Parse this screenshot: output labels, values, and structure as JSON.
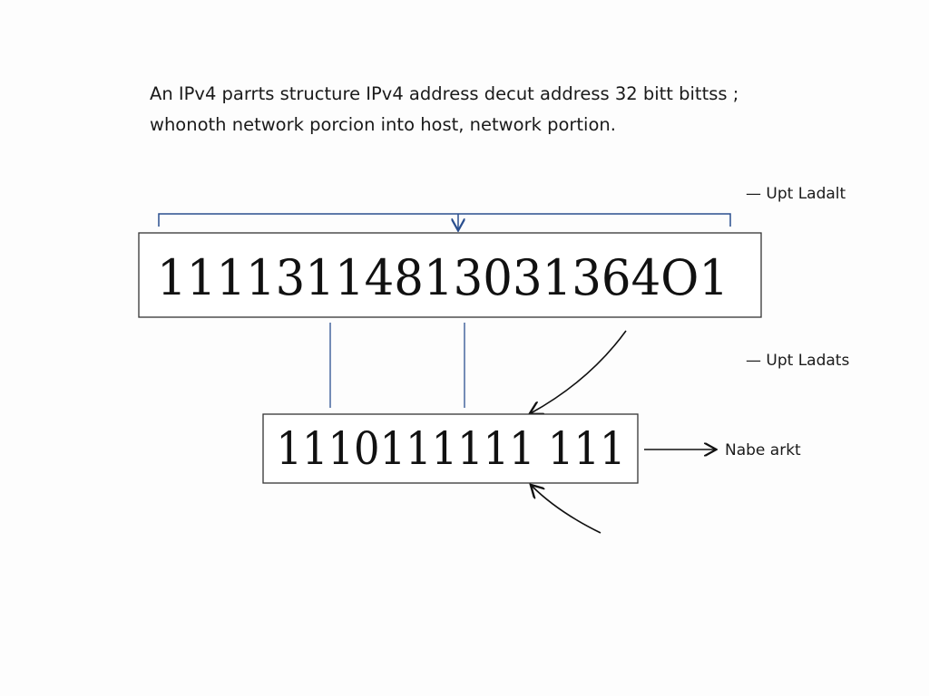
{
  "caption": {
    "line1": "An IPv4 parrts structure IPv4 address decut address 32 bitt bittss ;",
    "line2": "whonoth network porcion into host, network portion."
  },
  "top_box": {
    "value": "11113114813031364O1"
  },
  "bottom_box": {
    "value": "1110111111 111"
  },
  "labels": {
    "upper": "— Upt Ladalt",
    "middle": "— Upt Ladats",
    "right": "Nabe arkt"
  },
  "colors": {
    "bracket": "#2a4f8f",
    "text": "#111111"
  }
}
